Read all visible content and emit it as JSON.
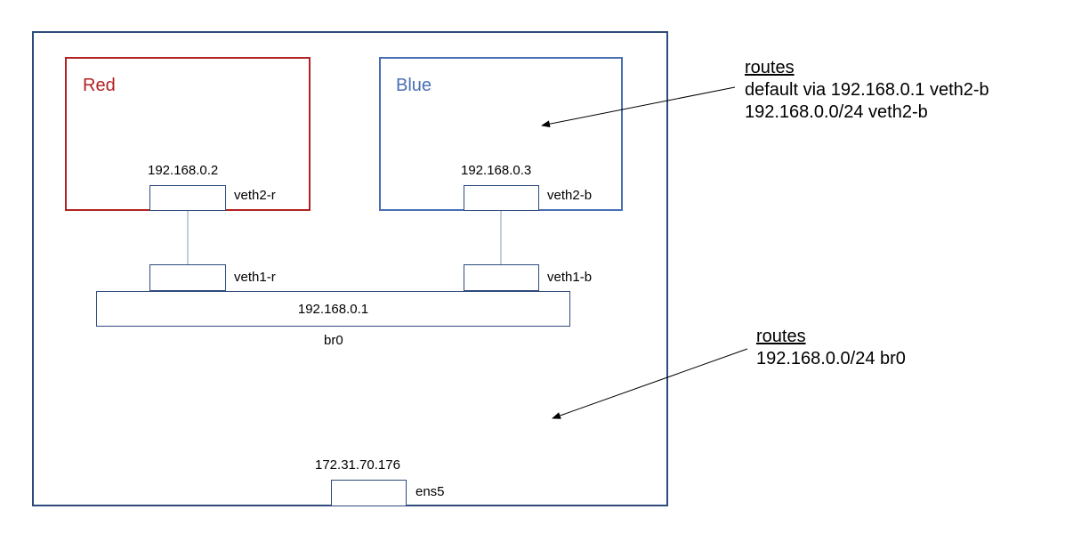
{
  "host": {
    "bridge_name": "br0",
    "bridge_ip": "192.168.0.1",
    "nic_name": "ens5",
    "nic_ip": "172.31.70.176"
  },
  "namespaces": {
    "red": {
      "title": "Red",
      "ip": "192.168.0.2",
      "ns_iface": "veth2-r",
      "host_iface": "veth1-r",
      "color": "#b22222"
    },
    "blue": {
      "title": "Blue",
      "ip": "192.168.0.3",
      "ns_iface": "veth2-b",
      "host_iface": "veth1-b",
      "color": "#4a6fb5"
    }
  },
  "notes": {
    "blue_routes": {
      "heading": "routes",
      "lines": [
        "default via 192.168.0.1 veth2-b",
        "192.168.0.0/24 veth2-b"
      ]
    },
    "host_routes": {
      "heading": "routes",
      "lines": [
        "192.168.0.0/24 br0"
      ]
    }
  },
  "colors": {
    "host_border": "#2f4b7c",
    "link_line": "#8a9bb5"
  }
}
